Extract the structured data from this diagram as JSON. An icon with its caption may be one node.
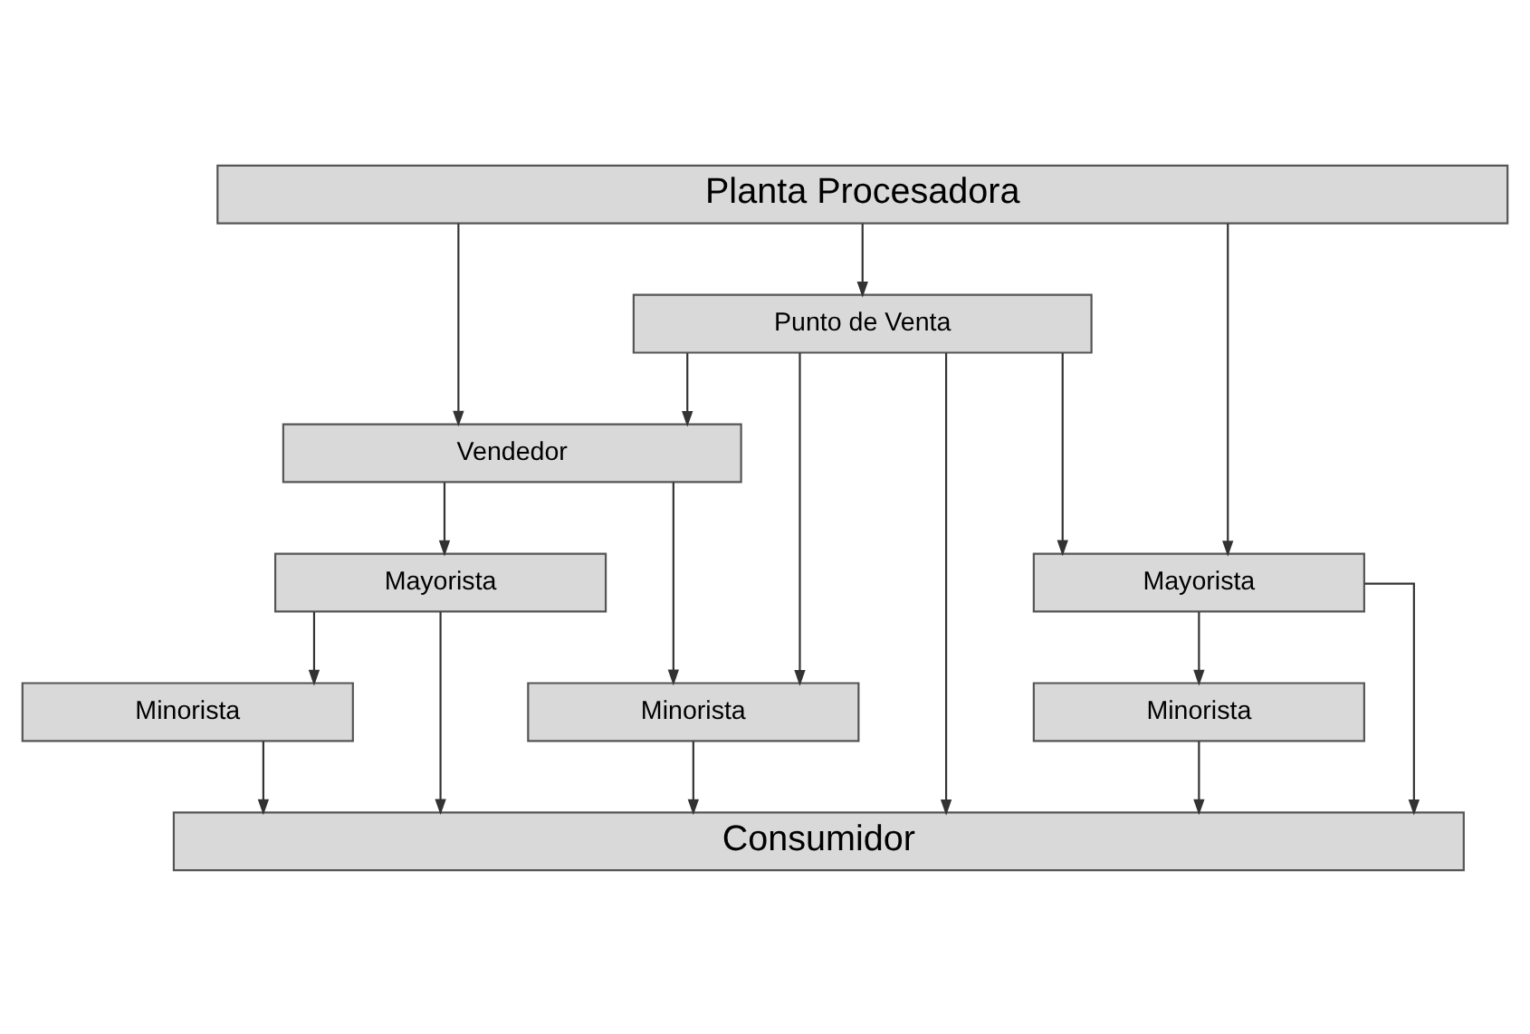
{
  "diagram": {
    "nodes": [
      {
        "text": [
          "Planta Procesadora"
        ]
      },
      {
        "text": [
          "Punto de Venta"
        ]
      },
      {
        "text": [
          "Vendedor"
        ]
      },
      {
        "text": [
          "Mayorista"
        ]
      },
      {
        "text": [
          "Mayorista"
        ]
      },
      {
        "text": [
          "Minorista"
        ]
      },
      {
        "text": [
          "Minorista"
        ]
      },
      {
        "text": [
          "Minorista"
        ]
      },
      {
        "text": [
          "Consumidor"
        ]
      }
    ],
    "edges": [
      {
        "from": 0,
        "to": 3,
        "arrow": "to"
      },
      {
        "from": 0,
        "to": 1,
        "arrow": "to"
      },
      {
        "from": 0,
        "to": 2,
        "arrow": "to"
      },
      {
        "from": 1,
        "to": 3,
        "arrow": "to"
      },
      {
        "from": 1,
        "to": 8,
        "arrow": "to"
      },
      {
        "from": 1,
        "to": 6,
        "arrow": "to"
      },
      {
        "from": 1,
        "to": 2,
        "arrow": "to"
      },
      {
        "from": 2,
        "to": 6,
        "arrow": "to"
      },
      {
        "from": 2,
        "to": 4,
        "arrow": "to"
      },
      {
        "from": 3,
        "to": 5,
        "arrow": "to"
      },
      {
        "from": 3,
        "to": 8,
        "arrow": "to"
      },
      {
        "from": 4,
        "to": 8,
        "arrow": "to"
      },
      {
        "from": 4,
        "to": 7,
        "arrow": "to"
      },
      {
        "from": 5,
        "to": 8,
        "arrow": "to"
      },
      {
        "from": 6,
        "to": 8,
        "arrow": "to"
      },
      {
        "from": 7,
        "to": 8,
        "arrow": "to"
      }
    ]
  }
}
